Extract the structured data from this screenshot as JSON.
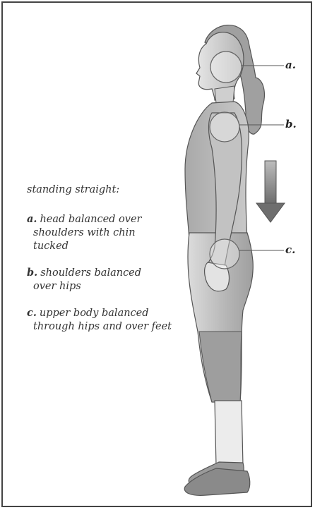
{
  "heading": "standing straight:",
  "items": [
    {
      "key": "a.",
      "line1": "head balanced over",
      "line2": "shoulders with chin",
      "line3": "tucked"
    },
    {
      "key": "b.",
      "line1": "shoulders balanced",
      "line2": "over hips",
      "line3": ""
    },
    {
      "key": "c.",
      "line1": "upper body balanced",
      "line2": "through hips and over feet",
      "line3": ""
    }
  ],
  "callouts": {
    "a": "a.",
    "b": "b.",
    "c": "c."
  },
  "colors": {
    "border": "#444444",
    "figure_light": "#d9d9d9",
    "figure_mid": "#b8b8b8",
    "figure_dark": "#8c8c8c",
    "arrow": "#7a7a7a",
    "outline": "#555555"
  },
  "icons": {
    "arrow": "down-arrow-icon"
  }
}
